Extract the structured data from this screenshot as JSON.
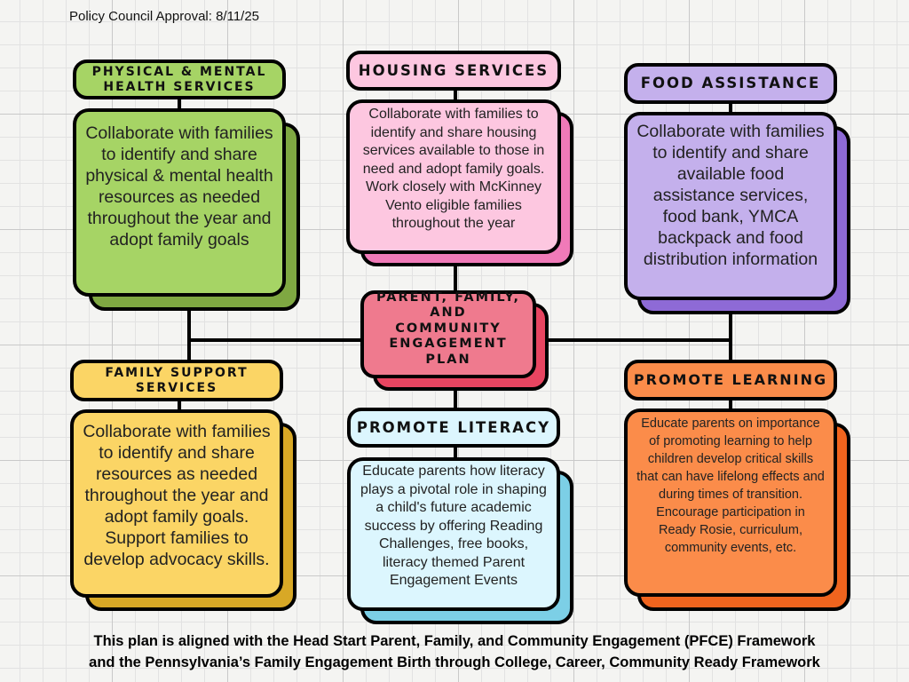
{
  "approval": "Policy Council Approval: 8/11/25",
  "center": {
    "title": "PARENT, FAMILY, AND COMMUNITY ENGAGEMENT PLAN",
    "color": "#ef7a8e",
    "shadow": "#e84561"
  },
  "boxes": [
    {
      "title": "PHYSICAL & MENTAL HEALTH SERVICES",
      "text": "Collaborate with families to identify and share physical & mental health resources as needed throughout the year and adopt family goals",
      "color": "#a6d465",
      "shadow": "#7fa842"
    },
    {
      "title": "HOUSING SERVICES",
      "text": "Collaborate with families to identify and share housing services available to those in need and adopt family goals. Work closely with McKinney Vento eligible families throughout the year",
      "color": "#fdc7e0",
      "shadow": "#f07ab8"
    },
    {
      "title": "FOOD ASSISTANCE",
      "text": "Collaborate with families to identify and share available food assistance services, food bank, YMCA backpack and food distribution information",
      "color": "#c4b0ec",
      "shadow": "#8e6ad6"
    },
    {
      "title": "FAMILY SUPPORT SERVICES",
      "text": "Collaborate with families to identify and share resources as needed throughout the year and adopt family goals. Support families to develop advocacy skills.",
      "color": "#fbd565",
      "shadow": "#d8a826"
    },
    {
      "title": "PROMOTE LITERACY",
      "text": "Educate parents how literacy plays a pivotal role in shaping a child's future academic success by offering Reading Challenges, free books, literacy themed Parent Engagement Events",
      "color": "#dcf6fe",
      "shadow": "#7ccfe6"
    },
    {
      "title": "PROMOTE LEARNING",
      "text": "Educate parents on importance of promoting learning to help children develop critical skills that can have lifelong effects and during times of transition. Encourage participation in Ready Rosie, curriculum, community events, etc.",
      "color": "#fb8c4a",
      "shadow": "#f0641e"
    }
  ],
  "footer": {
    "line1": "This plan is aligned with the Head Start Parent, Family, and Community Engagement (PFCE) Framework",
    "line2": "and the Pennsylvania’s Family Engagement Birth through College, Career, Community Ready Framework"
  }
}
